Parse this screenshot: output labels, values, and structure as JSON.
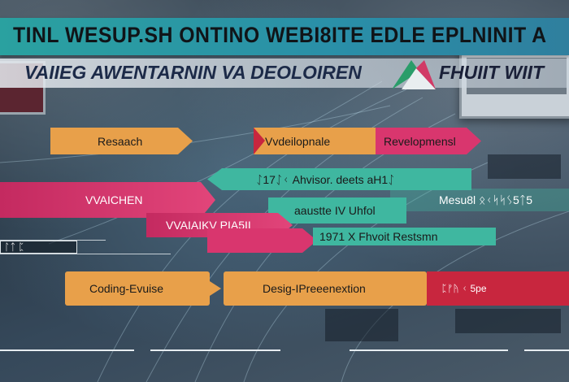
{
  "header": {
    "title": "TINL WESUP.SH ONTINO  WEBI8ITE EDLE  EPLNINIT A",
    "subtitle_left": "VAIIEG AWENTARNIN  VA DEOLOIREN",
    "subtitle_right": "FHUIIT WIIT"
  },
  "bars": {
    "research": "Resaach",
    "developnale": "Vvdeilopnale",
    "developments": "Revelopmensl",
    "advisor": "ᛇ17ᛇᚲ  Ahvisor. deets aH1ᛇ",
    "pink_left": "VVAICHEN",
    "messages": "Mesu8l  ᛟᚲᛋᛋᛊ5ᛏ5",
    "pink_mid": "VVAIAIKV  PIA5II",
    "aussite": "aaustte IV  Uhfol",
    "results": "1971  X  Fhvoit  Restsmn",
    "left_small": "ᛚᛏ  ᛈ",
    "coding": "Coding-Evuise",
    "design": "Desig-IPreeenextion",
    "red_right": "ᛈᚠᚤ ᚲ  5pe"
  },
  "colors": {
    "orange": "#e8a04a",
    "pink": "#d9366e",
    "teal": "#3fb7a0",
    "red": "#c8263e",
    "title_band": "#2aa1a0"
  }
}
